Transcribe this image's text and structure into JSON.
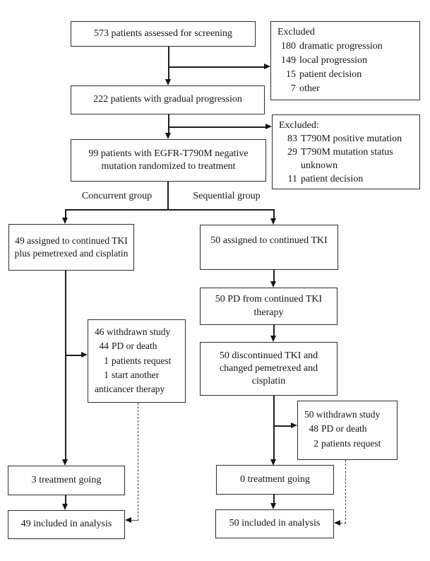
{
  "diagram": {
    "screening": {
      "text": "573 patients assessed for screening"
    },
    "excluded_screening": {
      "title": "Excluded",
      "items": [
        {
          "n": "180",
          "t": "dramatic progression"
        },
        {
          "n": "149",
          "t": "local progression"
        },
        {
          "n": "15",
          "t": "patient decision"
        },
        {
          "n": "7",
          "t": "other"
        }
      ]
    },
    "gradual": {
      "text": "222 patients with gradual progression"
    },
    "excluded_randomization": {
      "title": "Excluded:",
      "items": [
        {
          "n": "83",
          "t": "T790M positive mutation"
        },
        {
          "n": "29",
          "t": "T790M mutation status unknown"
        },
        {
          "n": "11",
          "t": "patient decision"
        }
      ]
    },
    "randomized": {
      "line1": "99 patients with EGFR-T790M negative",
      "line2": "mutation randomized to treatment"
    },
    "group_labels": {
      "left": "Concurrent group",
      "right": "Sequential group"
    },
    "concurrent": {
      "assigned": {
        "line1": "49 assigned to continued TKI",
        "line2": "plus pemetrexed and cisplatin"
      },
      "withdrawn": {
        "lead": "46 withdrawn study",
        "items": [
          {
            "n": "44",
            "t": "PD or death"
          },
          {
            "n": "1",
            "t": "patients request"
          },
          {
            "n": "1",
            "t": "start another"
          }
        ],
        "cont": "anticancer therapy"
      },
      "treatment_going": {
        "text": "3 treatment going"
      },
      "analysis": {
        "text": "49 included in analysis"
      }
    },
    "sequential": {
      "assigned": {
        "text": "50 assigned to continued TKI"
      },
      "pd": {
        "line1": "50 PD from continued TKI",
        "line2": "therapy"
      },
      "discontinued": {
        "line1": "50 discontinued TKI and",
        "line2": "changed pemetrexed and",
        "line3": "cisplatin"
      },
      "withdrawn": {
        "lead": "50 withdrawn study",
        "items": [
          {
            "n": "48",
            "t": "PD or death"
          },
          {
            "n": "2",
            "t": "patients request"
          }
        ]
      },
      "treatment_going": {
        "text": "0 treatment going"
      },
      "analysis": {
        "text": "50 included in analysis"
      }
    },
    "colors": {
      "line": "#1d1d1d",
      "border": "#2e2e2e",
      "background": "#fefefe"
    }
  }
}
